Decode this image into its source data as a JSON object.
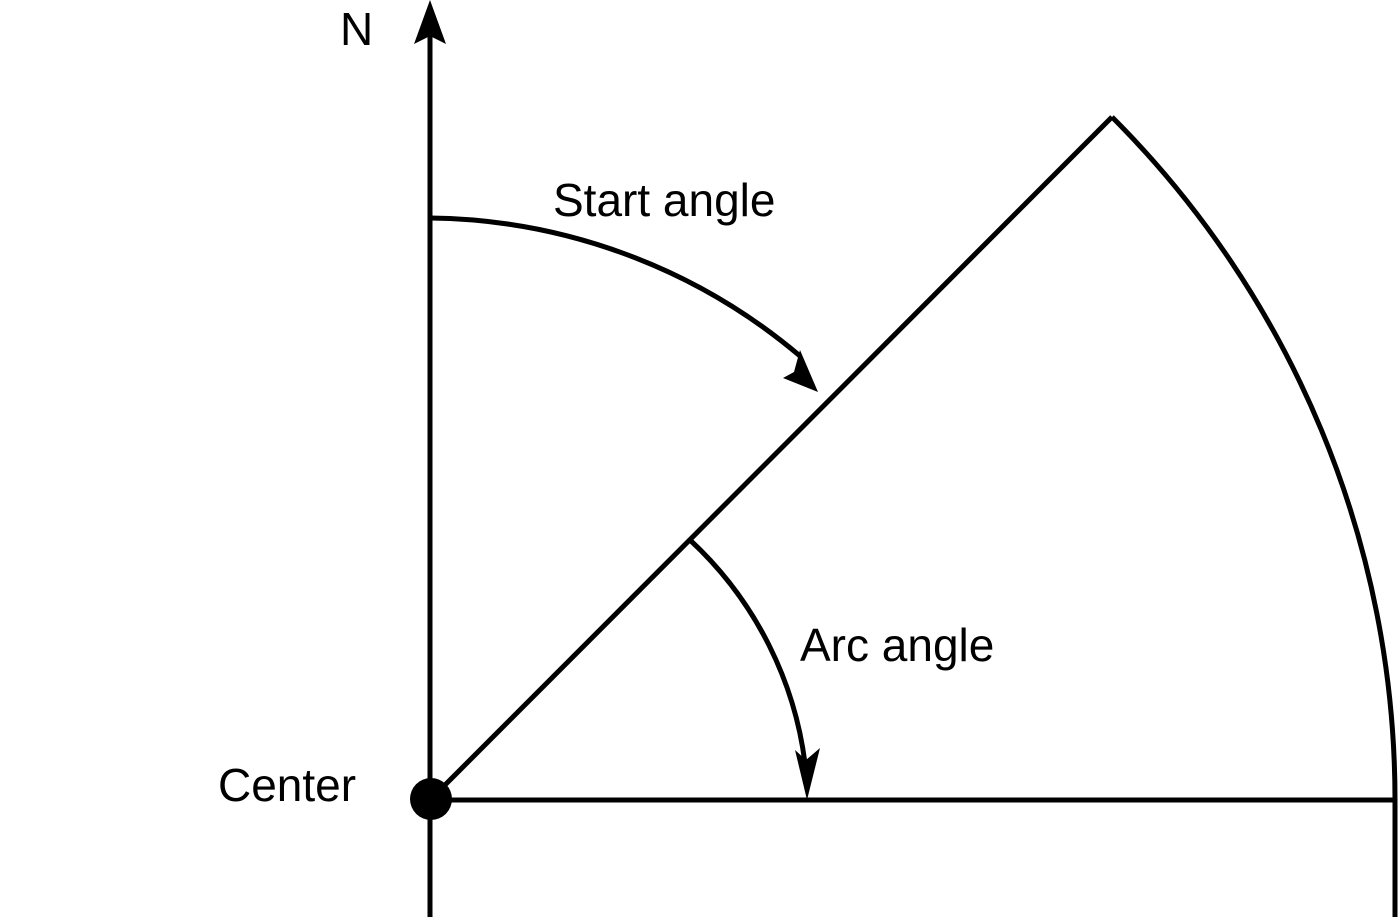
{
  "labels": {
    "north": "N",
    "start_angle": "Start angle",
    "arc_angle": "Arc angle",
    "center": "Center"
  },
  "colors": {
    "stroke": "#000000",
    "background": "#ffffff"
  }
}
